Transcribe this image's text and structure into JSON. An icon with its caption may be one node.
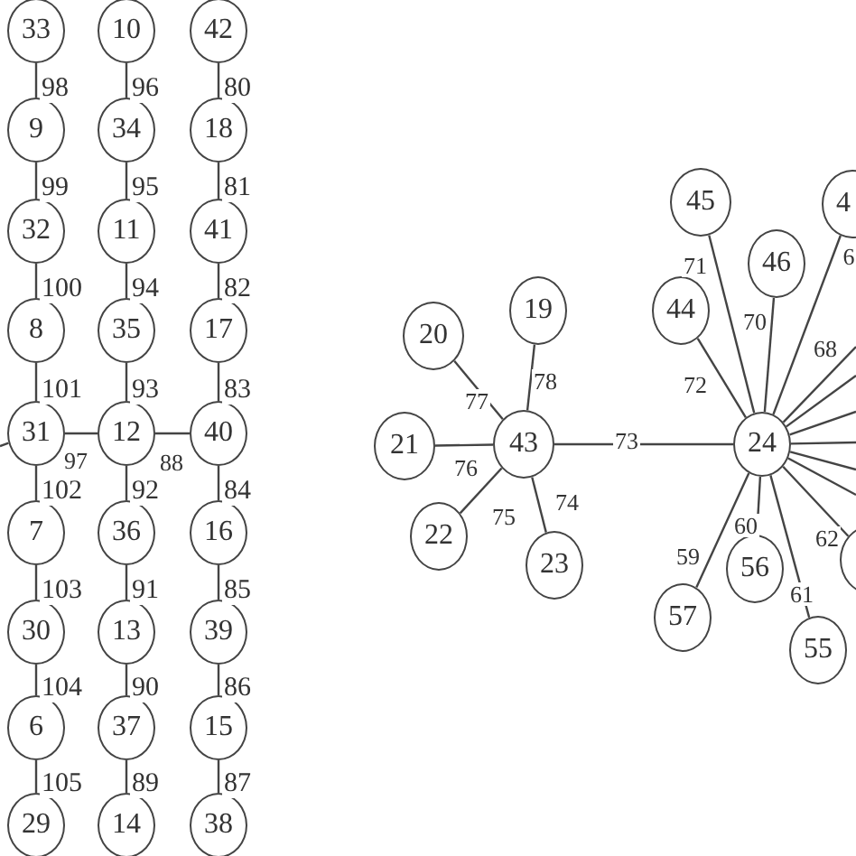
{
  "diagram": {
    "nodes": [
      {
        "text": [
          "33"
        ]
      },
      {
        "text": [
          "9"
        ]
      },
      {
        "text": [
          "32"
        ]
      },
      {
        "text": [
          "8"
        ]
      },
      {
        "text": [
          "31"
        ]
      },
      {
        "text": [
          "7"
        ]
      },
      {
        "text": [
          "30"
        ]
      },
      {
        "text": [
          "6"
        ]
      },
      {
        "text": [
          "29"
        ]
      },
      {
        "text": [
          "10"
        ]
      },
      {
        "text": [
          "34"
        ]
      },
      {
        "text": [
          "11"
        ]
      },
      {
        "text": [
          "35"
        ]
      },
      {
        "text": [
          "12"
        ]
      },
      {
        "text": [
          "36"
        ]
      },
      {
        "text": [
          "13"
        ]
      },
      {
        "text": [
          "37"
        ]
      },
      {
        "text": [
          "14"
        ]
      },
      {
        "text": [
          "42"
        ]
      },
      {
        "text": [
          "18"
        ]
      },
      {
        "text": [
          "41"
        ]
      },
      {
        "text": [
          "17"
        ]
      },
      {
        "text": [
          "40"
        ]
      },
      {
        "text": [
          "16"
        ]
      },
      {
        "text": [
          "39"
        ]
      },
      {
        "text": [
          "15"
        ]
      },
      {
        "text": [
          "38"
        ]
      },
      {
        "text": [
          "20"
        ]
      },
      {
        "text": [
          "19"
        ]
      },
      {
        "text": [
          "21"
        ]
      },
      {
        "text": [
          "43"
        ]
      },
      {
        "text": [
          "22"
        ]
      },
      {
        "text": [
          "23"
        ]
      },
      {
        "text": [
          "45"
        ]
      },
      {
        "text": [
          "4"
        ]
      },
      {
        "text": [
          "46"
        ]
      },
      {
        "text": [
          "44"
        ]
      },
      {
        "text": [
          "24"
        ]
      },
      {
        "text": [],
        "shape": "circle"
      },
      {
        "text": [
          "56"
        ]
      },
      {
        "text": [
          "57"
        ]
      },
      {
        "text": [
          "55"
        ]
      }
    ],
    "edges": [
      {
        "from": 0,
        "to": 1,
        "arrow": "none",
        "label": "98"
      },
      {
        "from": 1,
        "to": 2,
        "arrow": "none",
        "label": "99"
      },
      {
        "from": 2,
        "to": 3,
        "arrow": "none",
        "label": "100"
      },
      {
        "from": 3,
        "to": 4,
        "arrow": "none",
        "label": "101"
      },
      {
        "from": 4,
        "to": 5,
        "arrow": "none",
        "label": "102"
      },
      {
        "from": 5,
        "to": 6,
        "arrow": "none",
        "label": "103"
      },
      {
        "from": 6,
        "to": 7,
        "arrow": "none",
        "label": "104"
      },
      {
        "from": 7,
        "to": 8,
        "arrow": "none",
        "label": "105"
      },
      {
        "from": 9,
        "to": 10,
        "arrow": "none",
        "label": "96"
      },
      {
        "from": 10,
        "to": 11,
        "arrow": "none",
        "label": "95"
      },
      {
        "from": 11,
        "to": 12,
        "arrow": "none",
        "label": "94"
      },
      {
        "from": 12,
        "to": 13,
        "arrow": "none",
        "label": "93"
      },
      {
        "from": 13,
        "to": 14,
        "arrow": "none",
        "label": "92"
      },
      {
        "from": 14,
        "to": 15,
        "arrow": "none",
        "label": "91"
      },
      {
        "from": 15,
        "to": 16,
        "arrow": "none",
        "label": "90"
      },
      {
        "from": 16,
        "to": 17,
        "arrow": "none",
        "label": "89"
      },
      {
        "from": 18,
        "to": 19,
        "arrow": "none",
        "label": "80"
      },
      {
        "from": 19,
        "to": 20,
        "arrow": "none",
        "label": "81"
      },
      {
        "from": 20,
        "to": 21,
        "arrow": "none",
        "label": "82"
      },
      {
        "from": 21,
        "to": 22,
        "arrow": "none",
        "label": "83"
      },
      {
        "from": 22,
        "to": 23,
        "arrow": "none",
        "label": "84"
      },
      {
        "from": 23,
        "to": 24,
        "arrow": "none",
        "label": "85"
      },
      {
        "from": 24,
        "to": 25,
        "arrow": "none",
        "label": "86"
      },
      {
        "from": 25,
        "to": 26,
        "arrow": "none",
        "label": "87"
      },
      {
        "from": 4,
        "to": 13,
        "arrow": "none",
        "label": "97"
      },
      {
        "from": 13,
        "to": 22,
        "arrow": "none",
        "label": "88"
      },
      {
        "from": 4,
        "to": null,
        "arrow": "none"
      },
      {
        "from": 30,
        "to": 27,
        "arrow": "none",
        "label": "77"
      },
      {
        "from": 30,
        "to": 28,
        "arrow": "none",
        "label": "78"
      },
      {
        "from": 30,
        "to": 29,
        "arrow": "none",
        "label": "76"
      },
      {
        "from": 30,
        "to": 31,
        "arrow": "none",
        "label": "75"
      },
      {
        "from": 30,
        "to": 32,
        "arrow": "none",
        "label": "74"
      },
      {
        "from": 30,
        "to": 37,
        "arrow": "none",
        "label": "73"
      },
      {
        "from": 37,
        "to": 36,
        "arrow": "none",
        "label": "72"
      },
      {
        "from": 37,
        "to": 33,
        "arrow": "none",
        "label": "71"
      },
      {
        "from": 37,
        "to": 35,
        "arrow": "none",
        "label": "70"
      },
      {
        "from": 37,
        "to": 34,
        "arrow": "none",
        "label": "6"
      },
      {
        "from": 37,
        "to": null,
        "arrow": "none",
        "label": "68"
      },
      {
        "from": 37,
        "to": null,
        "arrow": "none"
      },
      {
        "from": 37,
        "to": null,
        "arrow": "none"
      },
      {
        "from": 37,
        "to": null,
        "arrow": "none"
      },
      {
        "from": 37,
        "to": null,
        "arrow": "none"
      },
      {
        "from": 37,
        "to": null,
        "arrow": "none"
      },
      {
        "from": 37,
        "to": 38,
        "arrow": "none",
        "label": "62"
      },
      {
        "from": 37,
        "to": 41,
        "arrow": "none",
        "label": "61"
      },
      {
        "from": 37,
        "to": 39,
        "arrow": "none",
        "label": "60"
      },
      {
        "from": 37,
        "to": 40,
        "arrow": "none",
        "label": "59"
      }
    ]
  }
}
